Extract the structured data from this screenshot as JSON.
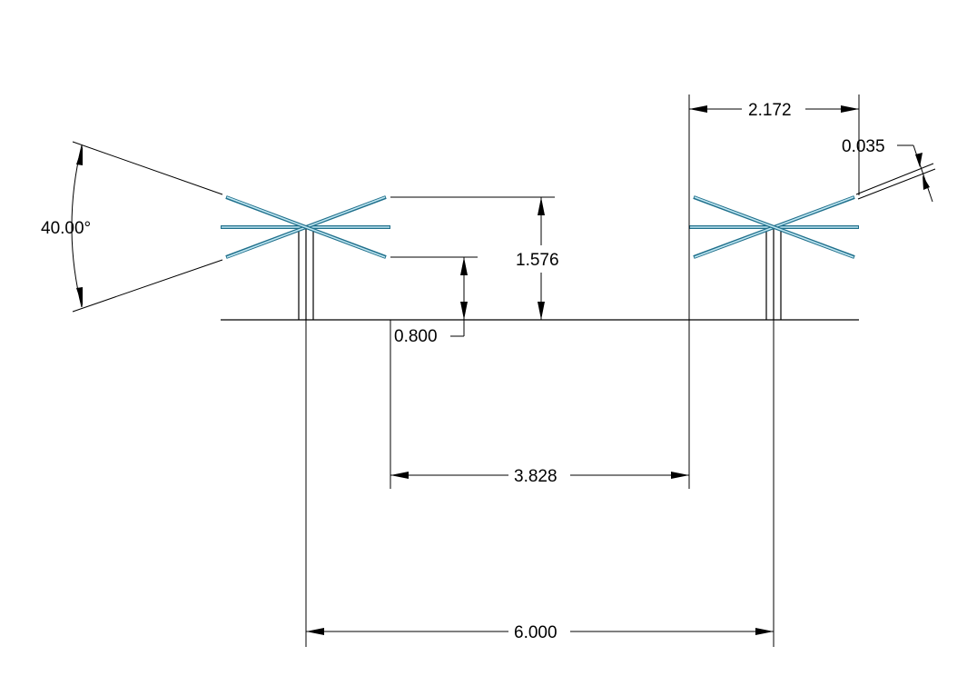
{
  "dimensions": {
    "angle": "40.00°",
    "top_width": "2.172",
    "thickness": "0.035",
    "total_height": "1.576",
    "support_height": "0.800",
    "inner_gap": "3.828",
    "center_spacing": "6.000"
  },
  "colors": {
    "line": "#000000",
    "blade_outline": "#1f6f8b",
    "blade_fill": "#bfe6f2",
    "background": "#ffffff"
  }
}
